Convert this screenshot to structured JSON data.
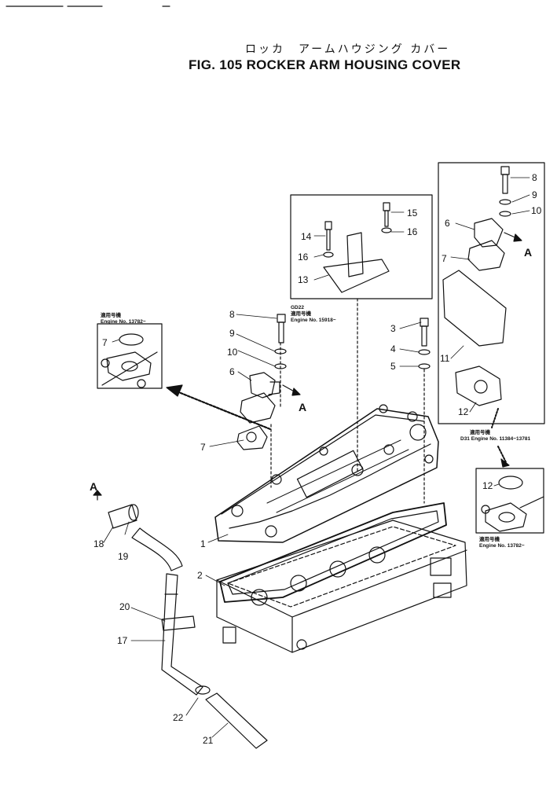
{
  "title": {
    "jp": "ロッカ　アームハウジング カバー",
    "en": "FIG. 105  ROCKER ARM HOUSING COVER"
  },
  "notes": {
    "gd22_model": "GD22",
    "gd22_jp": "適用号機",
    "gd22_range": "Engine No. 15918~",
    "left_detail_jp": "適用号機",
    "left_detail_range": "Engine No. 13782~",
    "d31_jp": "適用号機",
    "d31_range": "D31 Engine No. 11384~13781",
    "right_detail_jp": "適用号機",
    "right_detail_range": "Engine No. 13782~"
  },
  "markers": {
    "a1": "A",
    "a2": "A",
    "a3": "A"
  },
  "callouts": {
    "c1": "1",
    "c2": "2",
    "c3": "3",
    "c4": "4",
    "c5": "5",
    "c6a": "6",
    "c7a": "7",
    "c8a": "8",
    "c9a": "9",
    "c10a": "10",
    "c7b": "7",
    "c13": "13",
    "c14": "14",
    "c15": "15",
    "c16a": "16",
    "c16b": "16",
    "c6b": "6",
    "c7c": "7",
    "c8b": "8",
    "c9b": "9",
    "c10b": "10",
    "c11": "11",
    "c12a": "12",
    "c12b": "12",
    "c17": "17",
    "c18": "18",
    "c19": "19",
    "c20": "20",
    "c21": "21",
    "c22": "22"
  }
}
